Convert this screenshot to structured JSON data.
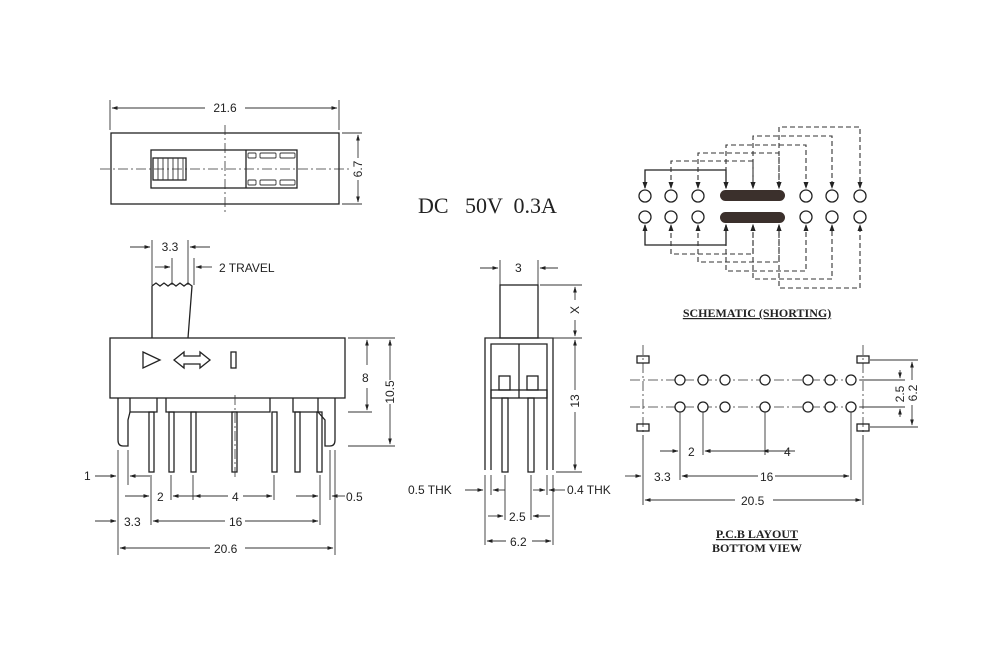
{
  "rating": "DC   50V  0.3A",
  "top_view": {
    "width_dim": "21.6",
    "height_dim": "6.7"
  },
  "front_view": {
    "actuator_dim": "3.3",
    "travel": "2 TRAVEL",
    "height_8": "8",
    "height_10_5": "10.5",
    "pin_offset": "1",
    "pitch_2": "2",
    "pitch_4": "4",
    "tab": "0.5",
    "offset_3_3": "3.3",
    "span_16": "16",
    "total_20_6": "20.6"
  },
  "side_view": {
    "top_dim": "3",
    "x_dim": "X",
    "height_13": "13",
    "thk_05": "0.5 THK",
    "thk_04": "0.4 THK",
    "pitch_2_5": "2.5",
    "width_6_2": "6.2"
  },
  "schematic": {
    "title": "SCHEMATIC (SHORTING)"
  },
  "pcb": {
    "title_line1": "P.C.B LAYOUT",
    "title_line2": "BOTTOM VIEW",
    "pitch_2": "2",
    "pitch_4": "4",
    "row_2_5": "2.5",
    "width_6_2": "6.2",
    "offset_3_3": "3.3",
    "span_16": "16",
    "total_20_5": "20.5"
  }
}
